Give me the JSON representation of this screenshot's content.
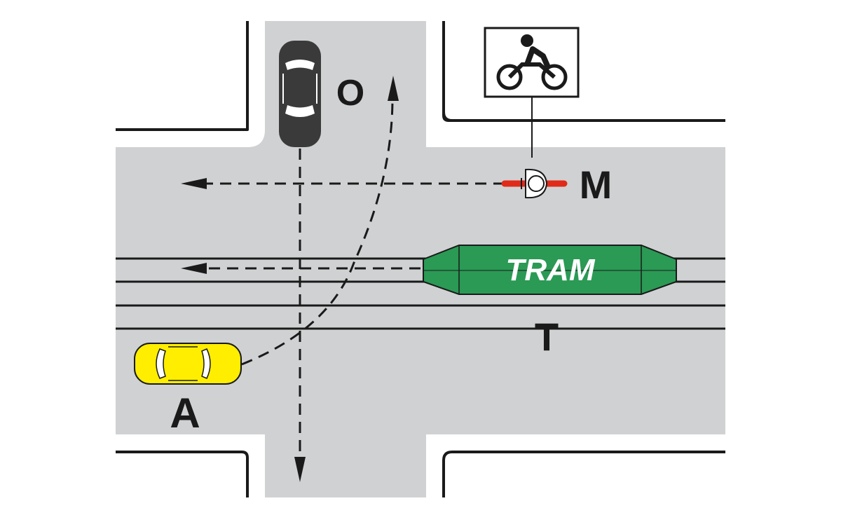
{
  "labels": {
    "car_o": "O",
    "motorcycle": "M",
    "car_a": "A",
    "tram": "TRAM",
    "tram_track": "T"
  },
  "colors": {
    "road": "#d0d1d3",
    "curb": "#1a1a1a",
    "car_o": "#3a3a3a",
    "car_a": "#ffee00",
    "tram": "#2a9a55",
    "motorcycle": "#e02a1a",
    "path": "#1a1a1a"
  },
  "sign": {
    "icon": "motorcycle-icon"
  }
}
